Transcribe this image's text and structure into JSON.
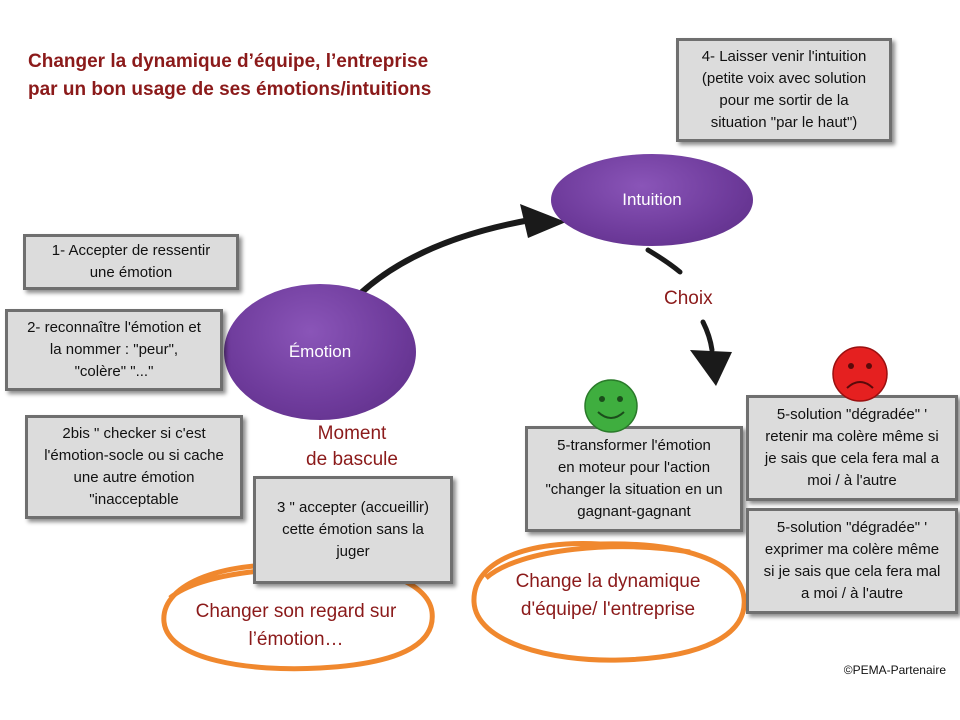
{
  "title": {
    "line1": "Changer la dynamique d’équipe, l’entreprise",
    "line2": "par un bon usage de ses émotions/intuitions"
  },
  "nodes": {
    "emotion": "Émotion",
    "intuition": "Intuition"
  },
  "labels": {
    "choix": "Choix",
    "moment_line1": "Moment",
    "moment_line2": "de bascule"
  },
  "boxes": {
    "b1": [
      "1- Accepter de ressentir",
      "une émotion"
    ],
    "b2": [
      "2- reconnaître l'émotion et",
      "la nommer : \"peur\",",
      "\"colère\" \"...\""
    ],
    "b2bis": [
      "2bis \" checker si c'est",
      "l'émotion-socle ou si cache",
      "une autre émotion",
      "\"inacceptable"
    ],
    "b3": [
      "3 \" accepter (accueillir)",
      "cette  émotion sans la",
      "juger"
    ],
    "b4": [
      "4- Laisser venir l'intuition",
      "(petite voix avec solution",
      "pour me sortir de la",
      "situation \"par le haut\")"
    ],
    "b5good": [
      "5-transformer l'émotion",
      "en moteur pour l'action",
      "\"changer la situation en un",
      "gagnant-gagnant"
    ],
    "b5bad1": [
      "5-solution \"dégradée\" '",
      "retenir ma colère même si",
      "je sais que  cela fera mal a",
      "moi / à l'autre"
    ],
    "b5bad2": [
      "5-solution \"dégradée\" '",
      "exprimer ma colère même",
      "si je sais que  cela fera mal",
      "a moi / à l'autre"
    ]
  },
  "circled": {
    "left": [
      "Changer son regard sur",
      "l’émotion…"
    ],
    "right": [
      "Change la dynamique",
      "d'équipe/ l'entreprise"
    ]
  },
  "credit": "©PEMA-Partenaire",
  "colors": {
    "title": "#8b1a1a",
    "node": "#6d3a9a",
    "circle_stroke": "#f0882e",
    "smiley_happy": "#3fae3f",
    "smiley_sad": "#e52020"
  },
  "icons": {
    "happy": "smiley-happy-icon",
    "sad": "smiley-sad-icon"
  }
}
